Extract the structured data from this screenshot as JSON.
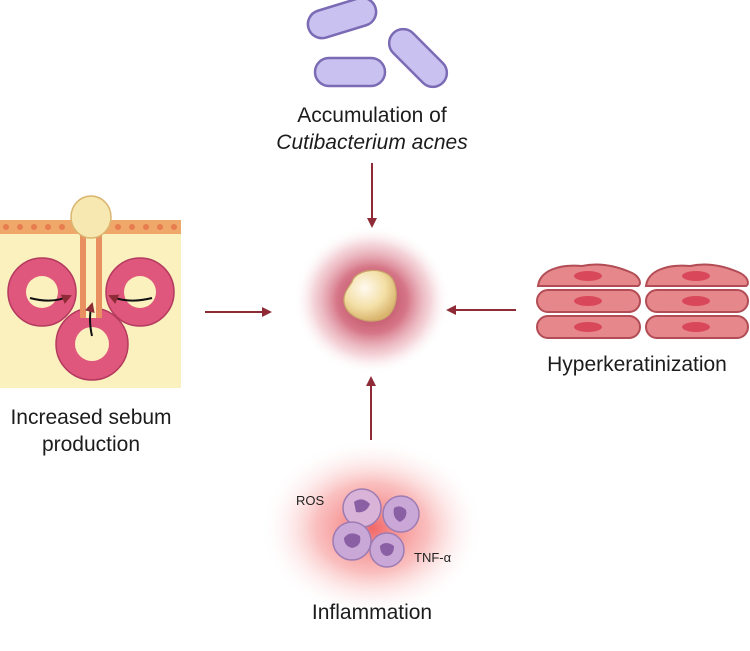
{
  "labels": {
    "bacteria_line1": "Accumulation of",
    "bacteria_line2": "Cutibacterium acnes",
    "sebum_line1": "Increased sebum",
    "sebum_line2": "production",
    "hyperkeratinization": "Hyperkeratinization",
    "inflammation": "Inflammation",
    "ros": "ROS",
    "tnf": "TNF-α"
  },
  "colors": {
    "arrow": "#8e2b36",
    "bacteria_fill": "#c9c1ef",
    "bacteria_stroke": "#7b6bb5",
    "sebaceous_cells": "#e0577e",
    "keratinocyte": "#e6878c",
    "lesion_glow": "#c8485f",
    "sebum_plug": "#f7e7b0",
    "inflammation_glow": "#f25a5a",
    "immune_cell": "#c9a8d8"
  },
  "icons": [
    "bacteria-rod-icon",
    "sebaceous-gland-icon",
    "keratinocyte-layers-icon",
    "acne-lesion-icon",
    "immune-cells-icon"
  ]
}
